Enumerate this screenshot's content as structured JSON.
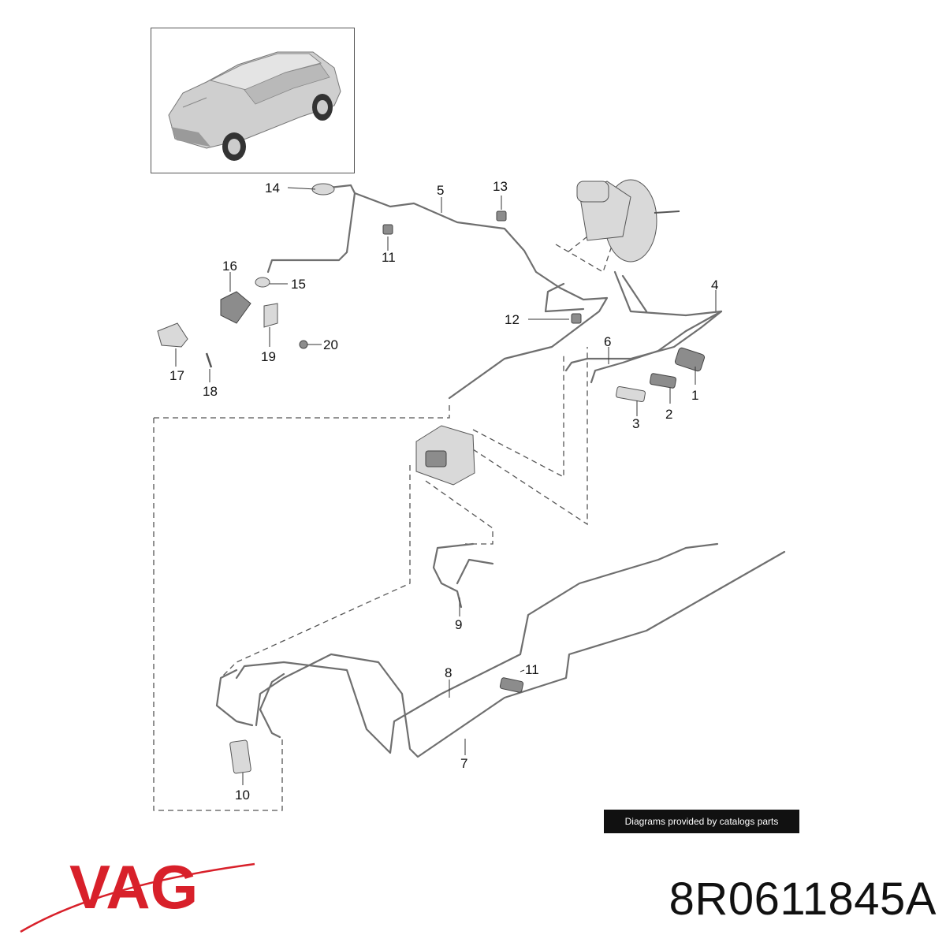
{
  "callouts": [
    {
      "id": "c14",
      "label": "14"
    },
    {
      "id": "c5",
      "label": "5"
    },
    {
      "id": "c13",
      "label": "13"
    },
    {
      "id": "c11a",
      "label": "11"
    },
    {
      "id": "c16",
      "label": "16"
    },
    {
      "id": "c15",
      "label": "15"
    },
    {
      "id": "c4",
      "label": "4"
    },
    {
      "id": "c12",
      "label": "12"
    },
    {
      "id": "c6",
      "label": "6"
    },
    {
      "id": "c20",
      "label": "20"
    },
    {
      "id": "c19",
      "label": "19"
    },
    {
      "id": "c17",
      "label": "17"
    },
    {
      "id": "c18",
      "label": "18"
    },
    {
      "id": "c1",
      "label": "1"
    },
    {
      "id": "c2",
      "label": "2"
    },
    {
      "id": "c3",
      "label": "3"
    },
    {
      "id": "c9",
      "label": "9"
    },
    {
      "id": "c8",
      "label": "8"
    },
    {
      "id": "c11b",
      "label": "11"
    },
    {
      "id": "c7",
      "label": "7"
    },
    {
      "id": "c10",
      "label": "10"
    }
  ],
  "credit_text": "Diagrams provided by catalogs parts",
  "brand_text": "VAG",
  "part_number": "8R0611845A",
  "colors": {
    "brand_red": "#d8202a",
    "pipe": "#6f6f6f",
    "credit_bg": "#111111"
  }
}
